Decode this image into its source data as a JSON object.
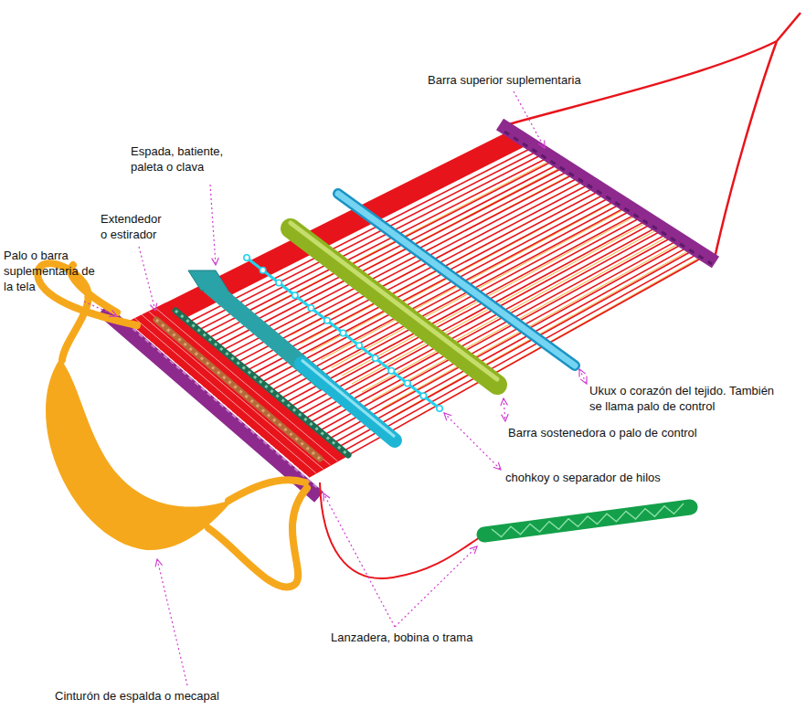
{
  "diagram": {
    "labels": [
      "Barra superior suplementaria",
      "Espada, batiente, paleta o clava",
      "Extendedor o estirador",
      "Palo o barra suplementaria de la tela",
      "Ukux o corazón del tejido. También se llama palo de control",
      "Barra sostenedora o palo de control",
      "chohkoy o separador de hilos",
      "Lanzadera, bobina o trama",
      "Cinturón de espalda o mecapal"
    ]
  }
}
